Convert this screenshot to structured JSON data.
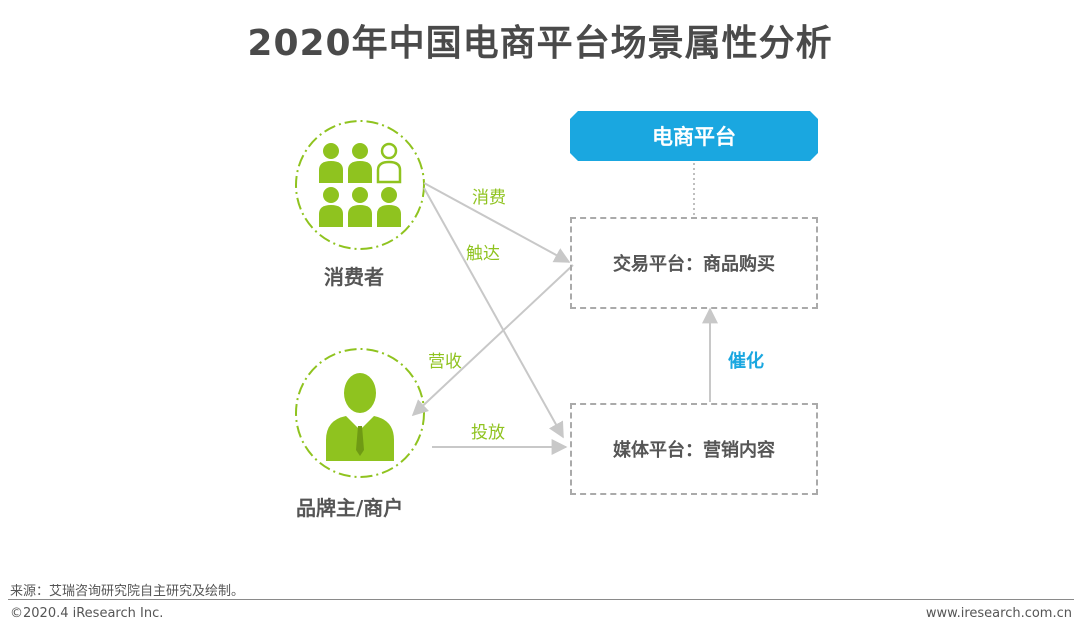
{
  "title": "2020年中国电商平台场景属性分析",
  "nodes": {
    "consumer": {
      "label": "消费者",
      "icon": "people-group-icon"
    },
    "merchant": {
      "label": "品牌主/商户",
      "icon": "businessman-icon"
    }
  },
  "platform": {
    "header": "电商平台",
    "trade_box": "交易平台：商品购买",
    "media_box": "媒体平台：营销内容"
  },
  "edges": {
    "consume": "消费",
    "reach": "触达",
    "revenue": "营收",
    "place": "投放",
    "catalyze": "催化"
  },
  "colors": {
    "accent_blue": "#1aa7e0",
    "accent_green": "#8fc31f",
    "text_gray": "#555555",
    "arrow_gray": "#c8c8c8"
  },
  "footer": {
    "source": "来源：艾瑞咨询研究院自主研究及绘制。",
    "copyright": "©2020.4 iResearch Inc.",
    "website": "www.iresearch.com.cn"
  }
}
